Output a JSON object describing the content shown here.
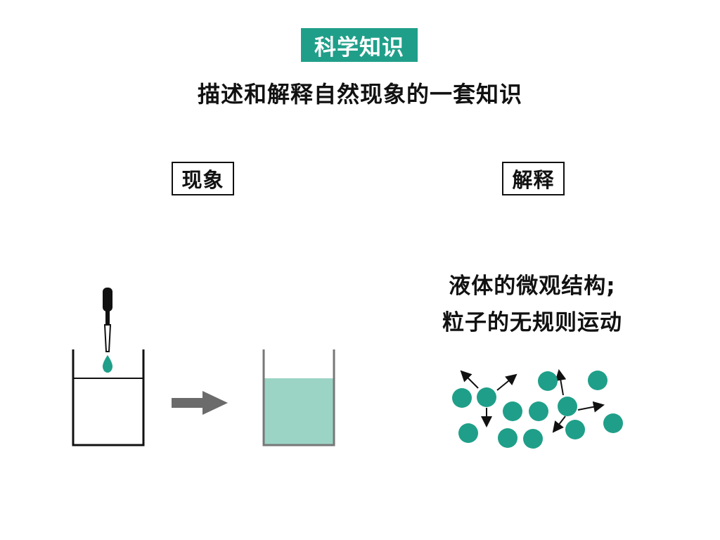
{
  "header": {
    "title": "科学知识",
    "subtitle": "描述和解释自然现象的一套知识"
  },
  "labels": {
    "phenomenon": "现象",
    "explanation": "解释"
  },
  "explanation_text": {
    "line1": "液体的微观结构;",
    "line2": "粒子的无规则运动"
  },
  "colors": {
    "accent": "#1f9f89",
    "liquid": "#9bd4c4",
    "arrow": "#6b6b6b",
    "dark": "#111111"
  }
}
